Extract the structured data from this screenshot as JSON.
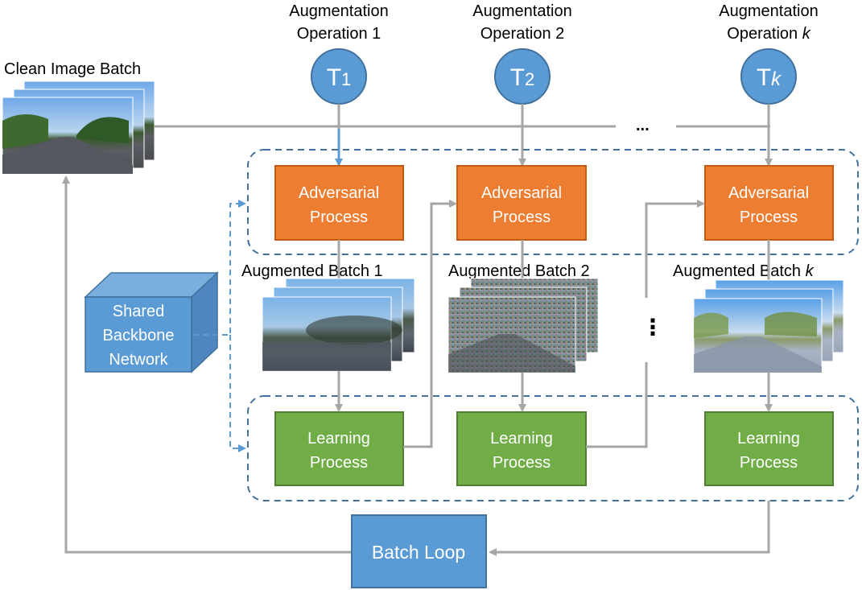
{
  "clean_batch": {
    "label": "Clean Image Batch"
  },
  "operations": [
    {
      "line1": "Augmentation",
      "line2": "Operation 1",
      "symbol": "T",
      "sub": "1",
      "sub_italic": false
    },
    {
      "line1": "Augmentation",
      "line2": "Operation 2",
      "symbol": "T",
      "sub": "2",
      "sub_italic": false
    },
    {
      "line1": "Augmentation",
      "line2_prefix": "Operation ",
      "line2_italic": "k",
      "symbol": "T",
      "sub": "k",
      "sub_italic": true
    }
  ],
  "adversarial": {
    "line1": "Adversarial",
    "line2": "Process"
  },
  "learning": {
    "line1": "Learning",
    "line2": "Process"
  },
  "augmented": [
    {
      "label": "Augmented Batch 1"
    },
    {
      "label": "Augmented Batch 2"
    },
    {
      "label_prefix": "Augmented Batch ",
      "label_italic": "k"
    }
  ],
  "backbone": {
    "line1": "Shared",
    "line2": "Backbone",
    "line3": "Network"
  },
  "batch_loop": {
    "label": "Batch Loop"
  },
  "ellipsis_h": "...",
  "ellipsis_v": "⋮",
  "colors": {
    "orange": "#ed7d31",
    "orange_border": "#c55a11",
    "green": "#70ad47",
    "green_border": "#507e32",
    "blue": "#5b9bd5",
    "blue_border": "#41719c",
    "gray_arrow": "#a6a6a6",
    "dashed_blue": "#41719c"
  }
}
